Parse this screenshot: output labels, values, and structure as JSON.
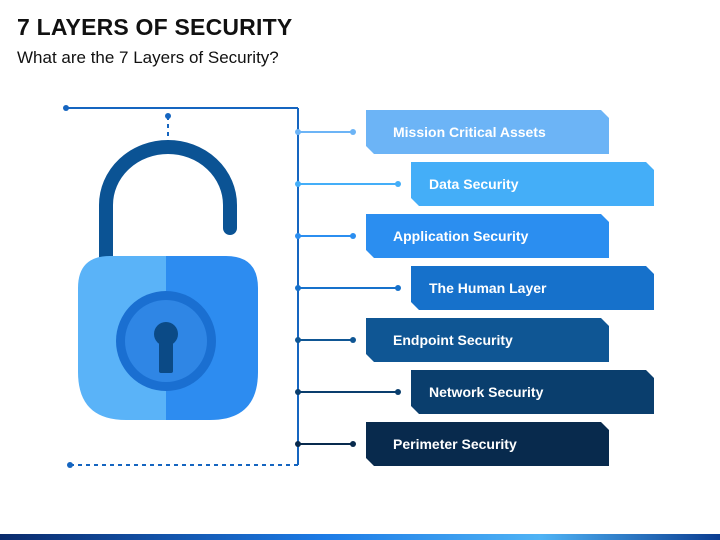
{
  "header": {
    "title": "7 LAYERS OF SECURITY",
    "subtitle": "What are the 7 Layers of Security?"
  },
  "layers": [
    {
      "label": "Mission Critical Assets",
      "color": "#6cb4f6"
    },
    {
      "label": "Data Security",
      "color": "#44aef8"
    },
    {
      "label": "Application Security",
      "color": "#2b8ef0"
    },
    {
      "label": "The Human Layer",
      "color": "#1671cb"
    },
    {
      "label": "Endpoint Security",
      "color": "#0f5694"
    },
    {
      "label": "Network Security",
      "color": "#0a3e6d"
    },
    {
      "label": "Perimeter Security",
      "color": "#082a4d"
    }
  ],
  "colors": {
    "line": "#1565c0",
    "lock_shackle": "#0b5394",
    "lock_body_left": "#5ab3f8",
    "lock_body_right": "#2d8cf0",
    "keyhole_ring": "#1a6fd1",
    "keyhole_inner": "#2f86e5",
    "keyhole": "#0b4a86"
  },
  "icons": {
    "lock": "padlock-icon",
    "keyhole": "keyhole-icon"
  }
}
